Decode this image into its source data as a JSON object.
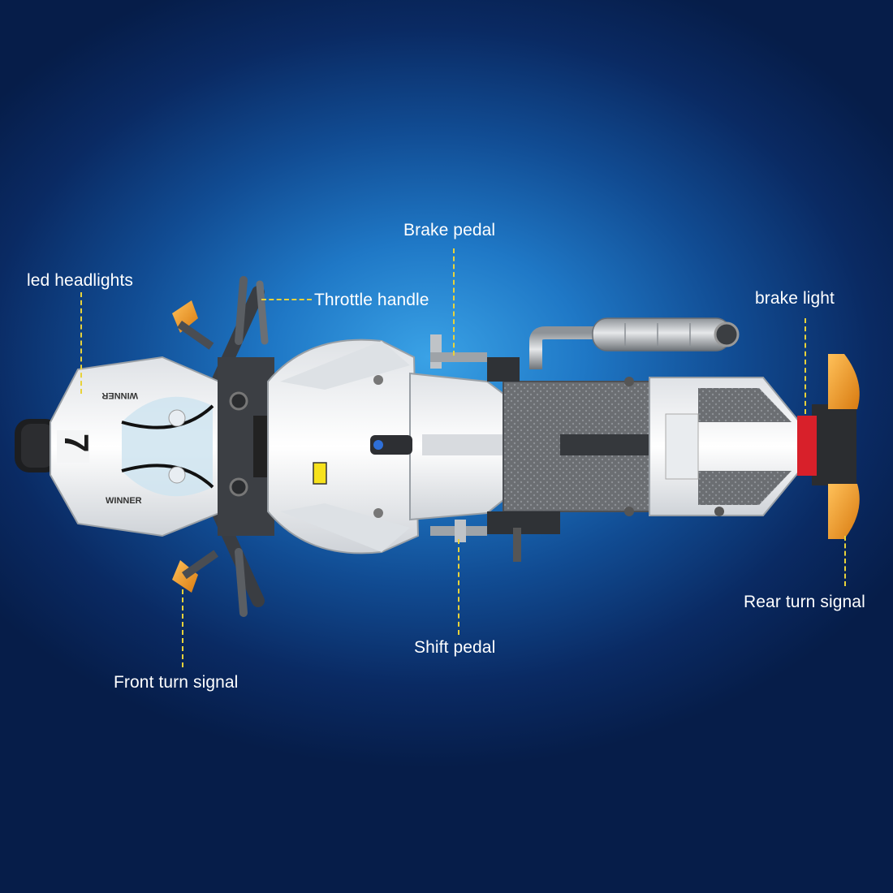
{
  "colors": {
    "background_center": "#3aa2e6",
    "background_edge": "#061d49",
    "leader_line": "#e8d23a",
    "label_text": "#ffffff",
    "turn_signal": "#f0a020",
    "brake_light": "#d8202a",
    "body_white": "#f2f3f5",
    "frame_dark": "#3a3d42"
  },
  "labels": {
    "led_headlights": "led headlights",
    "throttle_handle": "Throttle handle",
    "brake_pedal": "Brake pedal",
    "brake_light": "brake light",
    "rear_turn_signal": "Rear turn signal",
    "shift_pedal": "Shift pedal",
    "front_turn_signal": "Front turn signal"
  },
  "model_markings": {
    "front_number": "7",
    "brand_text": "WINNER"
  }
}
